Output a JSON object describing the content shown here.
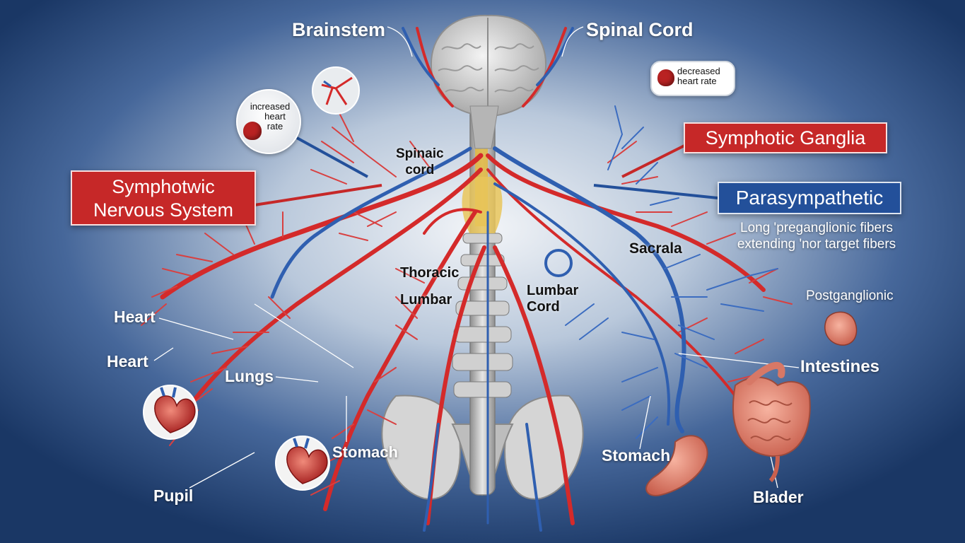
{
  "labels": {
    "brainstem": "Brainstem",
    "spinal_cord": "Spinal Cord",
    "spinaic_cord_line1": "Spinaic",
    "spinaic_cord_line2": "cord",
    "thoracic": "Thoracic",
    "lumbar": "Lumbar",
    "lumbar_cord_line1": "Lumbar",
    "lumbar_cord_line2": "Cord",
    "sacrala": "Sacrala",
    "heart_upper": "Heart",
    "heart_lower": "Heart",
    "lungs": "Lungs",
    "stomach_left": "Stomach",
    "pupil": "Pupil",
    "postganglionic": "Postganglionic",
    "intestines": "Intestines",
    "stomach_right": "Stomach",
    "blader": "Blader"
  },
  "banners": {
    "sympathetic_line1": "Symphotwic",
    "sympathetic_line2": "Nervous System",
    "symphotic_ganglia": "Symphotic Ganglia",
    "parasympathetic": "Parasympathetic",
    "parasympathetic_note_line1": "Long 'preganglionic fibers",
    "parasympathetic_note_line2": "extending 'nor target fibers"
  },
  "bubbles": {
    "increased_line1": "increased",
    "increased_line2": "heart",
    "increased_line3": "rate",
    "decreased_line1": "decreased",
    "decreased_line2": "heart rate"
  },
  "colors": {
    "sympathetic_red": "#d42a2a",
    "parasympathetic_blue": "#2f5fb0",
    "banner_red": "#c62828",
    "banner_blue": "#23509a",
    "background_dark": "#1c3a66",
    "background_light": "#eef2f6"
  }
}
